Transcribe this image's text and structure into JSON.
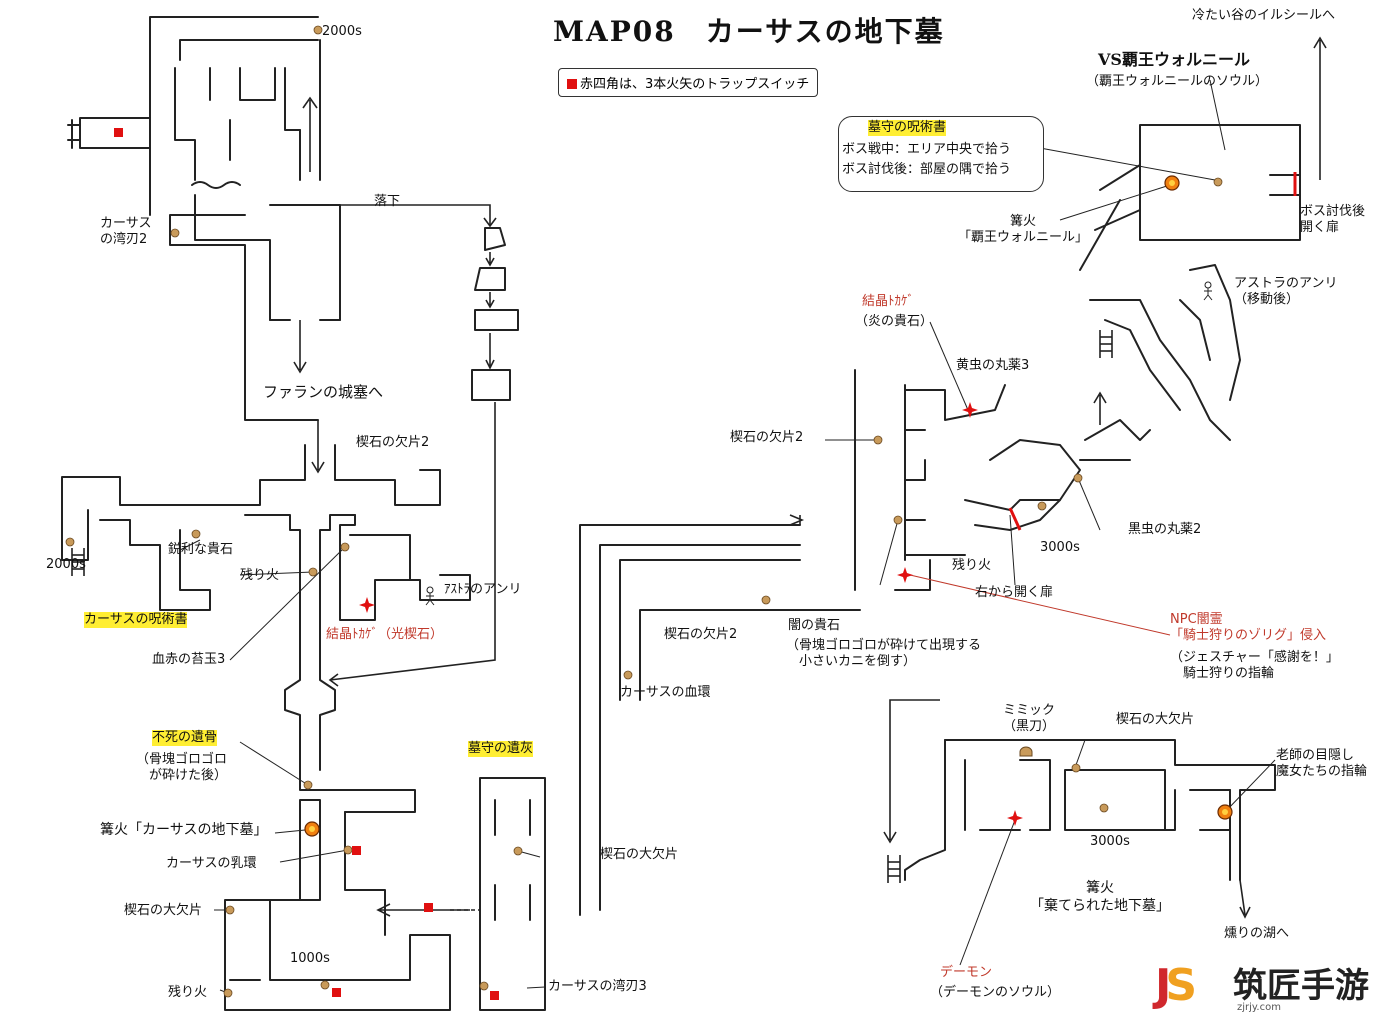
{
  "title": "MAP08　カーサスの地下墓",
  "legend": {
    "text": "赤四角は、3本火矢のトラップスイッチ",
    "marker_color": "#e01010"
  },
  "colors": {
    "wall": "#222222",
    "item": "#c89a5a",
    "trap": "#e01010",
    "fire": "#f08010",
    "door": "#e01010",
    "highlight": "#ffee33",
    "note_red": "#c0392b"
  },
  "labels": {
    "souls_2000_top": "2000s",
    "carthus_shotel_2": "カーサス\nの湾刃2",
    "fall": "落下",
    "farron_keep": "ファランの城塞へ",
    "titanite_shard_2_a": "楔石の欠片2",
    "souls_2000_left": "2000s",
    "sharp_gem": "鋭利な貴石",
    "ember_1": "残り火",
    "carthus_pyromancy": "カーサスの呪術書",
    "blood_red_moss": "血赤の苔玉3",
    "crystal_lizard_1": "結晶ﾄｶｹﾞ（光楔石）",
    "anri_1": "ｱｽﾄﾗのアンリ",
    "undead_bone_shard": "不死の遺骨",
    "undead_bone_note": "（骨塊ゴロゴロ\n　が砕けた後）",
    "bonfire_catacombs": "篝火「カーサスの地下墓」",
    "carthus_milkring": "カーサスの乳環",
    "large_titanite_1": "楔石の大欠片",
    "souls_1000": "1000s",
    "ember_2": "残り火",
    "grave_warden_ash": "墓守の遺灰",
    "large_titanite_2": "楔石の大欠片",
    "carthus_shotel_3": "カーサスの湾刃3",
    "titanite_shard_2_b": "楔石の欠片2",
    "carthus_bloodring": "カーサスの血環",
    "crystal_lizard_2": "結晶ﾄｶｹﾞ",
    "crystal_lizard_2_note": "（炎の貴石）",
    "yellow_bug_pellet": "黄虫の丸薬3",
    "titanite_shard_2_c": "楔石の欠片2",
    "dark_gem": "闇の貴石",
    "dark_gem_note": "（骨塊ゴロゴロが砕けて出現する\n　小さいカニを倒す）",
    "ember_3": "残り火",
    "door_from_right": "右から開く扉",
    "souls_3000_a": "3000s",
    "black_bug_pellet": "黒虫の丸薬2",
    "npc_phantom": "NPC闇霊\n「騎士狩りのゾリグ」侵入",
    "npc_phantom_reward": "（ジェスチャー「感謝を！」\n　騎士狩りの指輪",
    "grave_warden_pyromancy": "墓守の呪術書",
    "grave_warden_note_1": "ボス戦中：エリア中央で拾う",
    "grave_warden_note_2": "ボス討伐後：部屋の隅で拾う",
    "boss_name": "VS覇王ウォルニール",
    "boss_soul": "（覇王ウォルニールのソウル）",
    "to_irithyll": "冷たい谷のイルシールへ",
    "bonfire_wolnir": "篝火\n「覇王ウォルニール」",
    "door_after_boss": "ボス討伐後\n開く扉",
    "anri_2": "アストラのアンリ\n（移動後）",
    "mimic": "ミミック\n（黒刀）",
    "large_titanite_3": "楔石の大欠片",
    "souls_3000_b": "3000s",
    "blindfold_ring": "老師の目隠し\n魔女たちの指輪",
    "bonfire_abandoned": "篝火\n「棄てられた地下墓」",
    "smouldering_lake": "燻りの湖へ",
    "demon": "デーモン",
    "demon_soul": "（デーモンのソウル）"
  },
  "watermark": {
    "mark": "JS",
    "name": "筑匠手游",
    "url": "zjrjy.com"
  }
}
